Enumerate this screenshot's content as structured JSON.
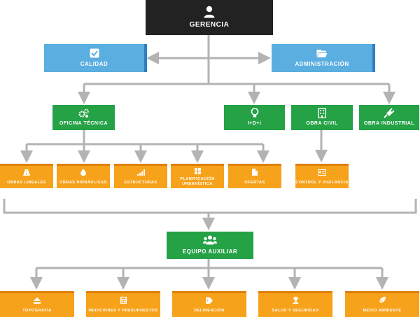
{
  "nodes": {
    "gerencia": {
      "label": "GERENCIA",
      "icon": "user-icon"
    },
    "calidad": {
      "label": "CALIDAD",
      "icon": "checkbox-icon"
    },
    "administracion": {
      "label": "ADMINISTRACIÓN",
      "icon": "folder-open-icon"
    },
    "oficina_tecnica": {
      "label": "OFICINA TÉCNICA",
      "icon": "gears-icon"
    },
    "idi": {
      "label": "I+D+i",
      "icon": "lightbulb-icon"
    },
    "obra_civil": {
      "label": "OBRA CIVIL",
      "icon": "building-icon"
    },
    "obra_industrial": {
      "label": "OBRA INDUSTRIAL",
      "icon": "plug-icon"
    },
    "obras_lineales": {
      "label": "OBRAS LINEALES",
      "icon": "road-icon"
    },
    "obras_hidraulicas": {
      "label": "OBRAS HIDRÁULICAS",
      "icon": "drop-icon"
    },
    "estructuras": {
      "label": "ESTRUCTURAS",
      "icon": "signal-bars-icon"
    },
    "planificacion": {
      "label": "PLANIFICACIÓN URBANÍSTICA",
      "icon": "grid-icon"
    },
    "ofertas": {
      "label": "OFERTAS",
      "icon": "document-icon"
    },
    "control": {
      "label": "CONTROL Y VIGILANCIA",
      "icon": "id-card-icon"
    },
    "equipo_auxiliar": {
      "label": "EQUIPO AUXILIAR",
      "icon": "group-icon"
    },
    "topografia": {
      "label": "TOPOGRAFÍA",
      "icon": "eject-icon"
    },
    "mediciones": {
      "label": "MEDICIONES Y PRESUPUESTOS",
      "icon": "calculator-icon"
    },
    "delineacion": {
      "label": "DELINEACIÓN",
      "icon": "tag-icon"
    },
    "salud": {
      "label": "SALUD Y SEGURIDAD",
      "icon": "worker-icon"
    },
    "medio_ambiente": {
      "label": "MEDIO AMBIENTE",
      "icon": "leaf-icon"
    }
  },
  "colors": {
    "top": "#222222",
    "blue": "#5aaee0",
    "green": "#25a146",
    "orange": "#f7a21b",
    "connector": "#b3b3b3"
  }
}
